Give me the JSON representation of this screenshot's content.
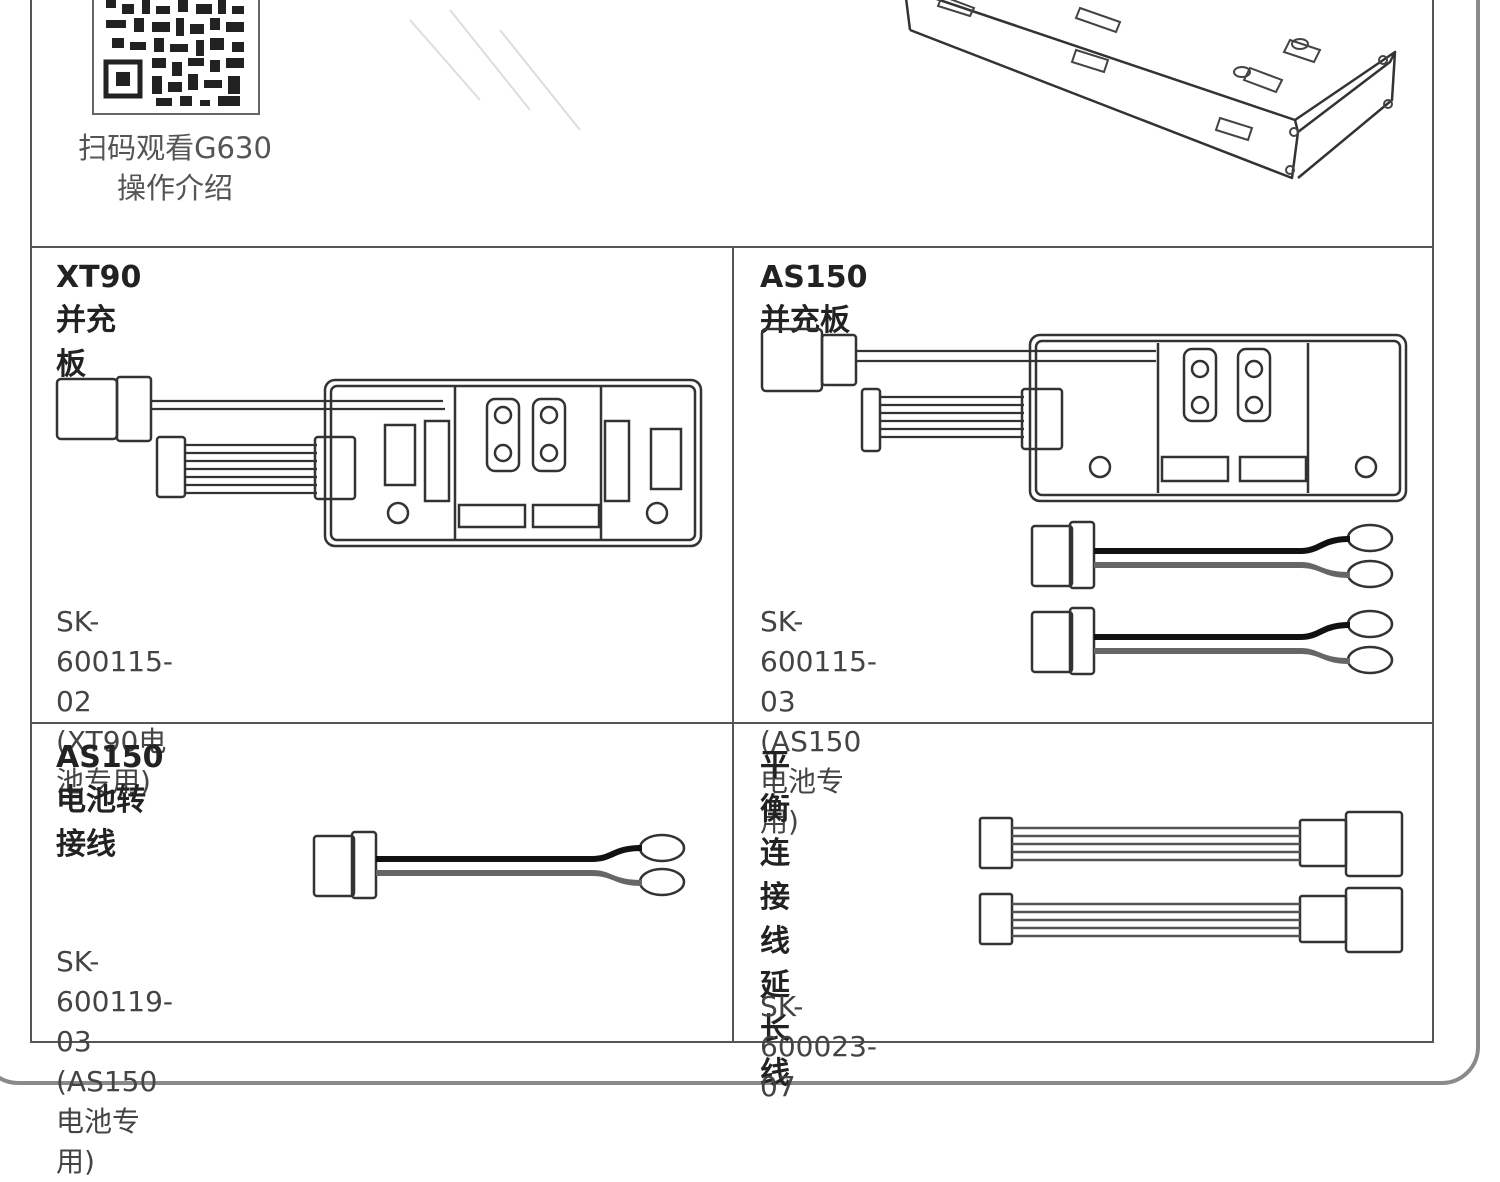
{
  "qr": {
    "caption_line1": "扫码观看G630",
    "caption_line2": "操作介绍"
  },
  "panels": [
    {
      "title": "XT90并充板",
      "part_no": "SK-600115-02",
      "note": "(XT90电池专用)"
    },
    {
      "title": "AS150并充板",
      "part_no": "SK-600115-03",
      "note": "(AS150电池专用)"
    },
    {
      "title": "AS150电池转接线",
      "part_no": "SK-600119-03",
      "note": "(AS150电池专用)"
    },
    {
      "title": "平衡连接线延长线",
      "part_no": "SK-600023-07",
      "note": ""
    }
  ],
  "colors": {
    "border": "#555555",
    "frame": "#8a8a8a",
    "text": "#333333"
  }
}
